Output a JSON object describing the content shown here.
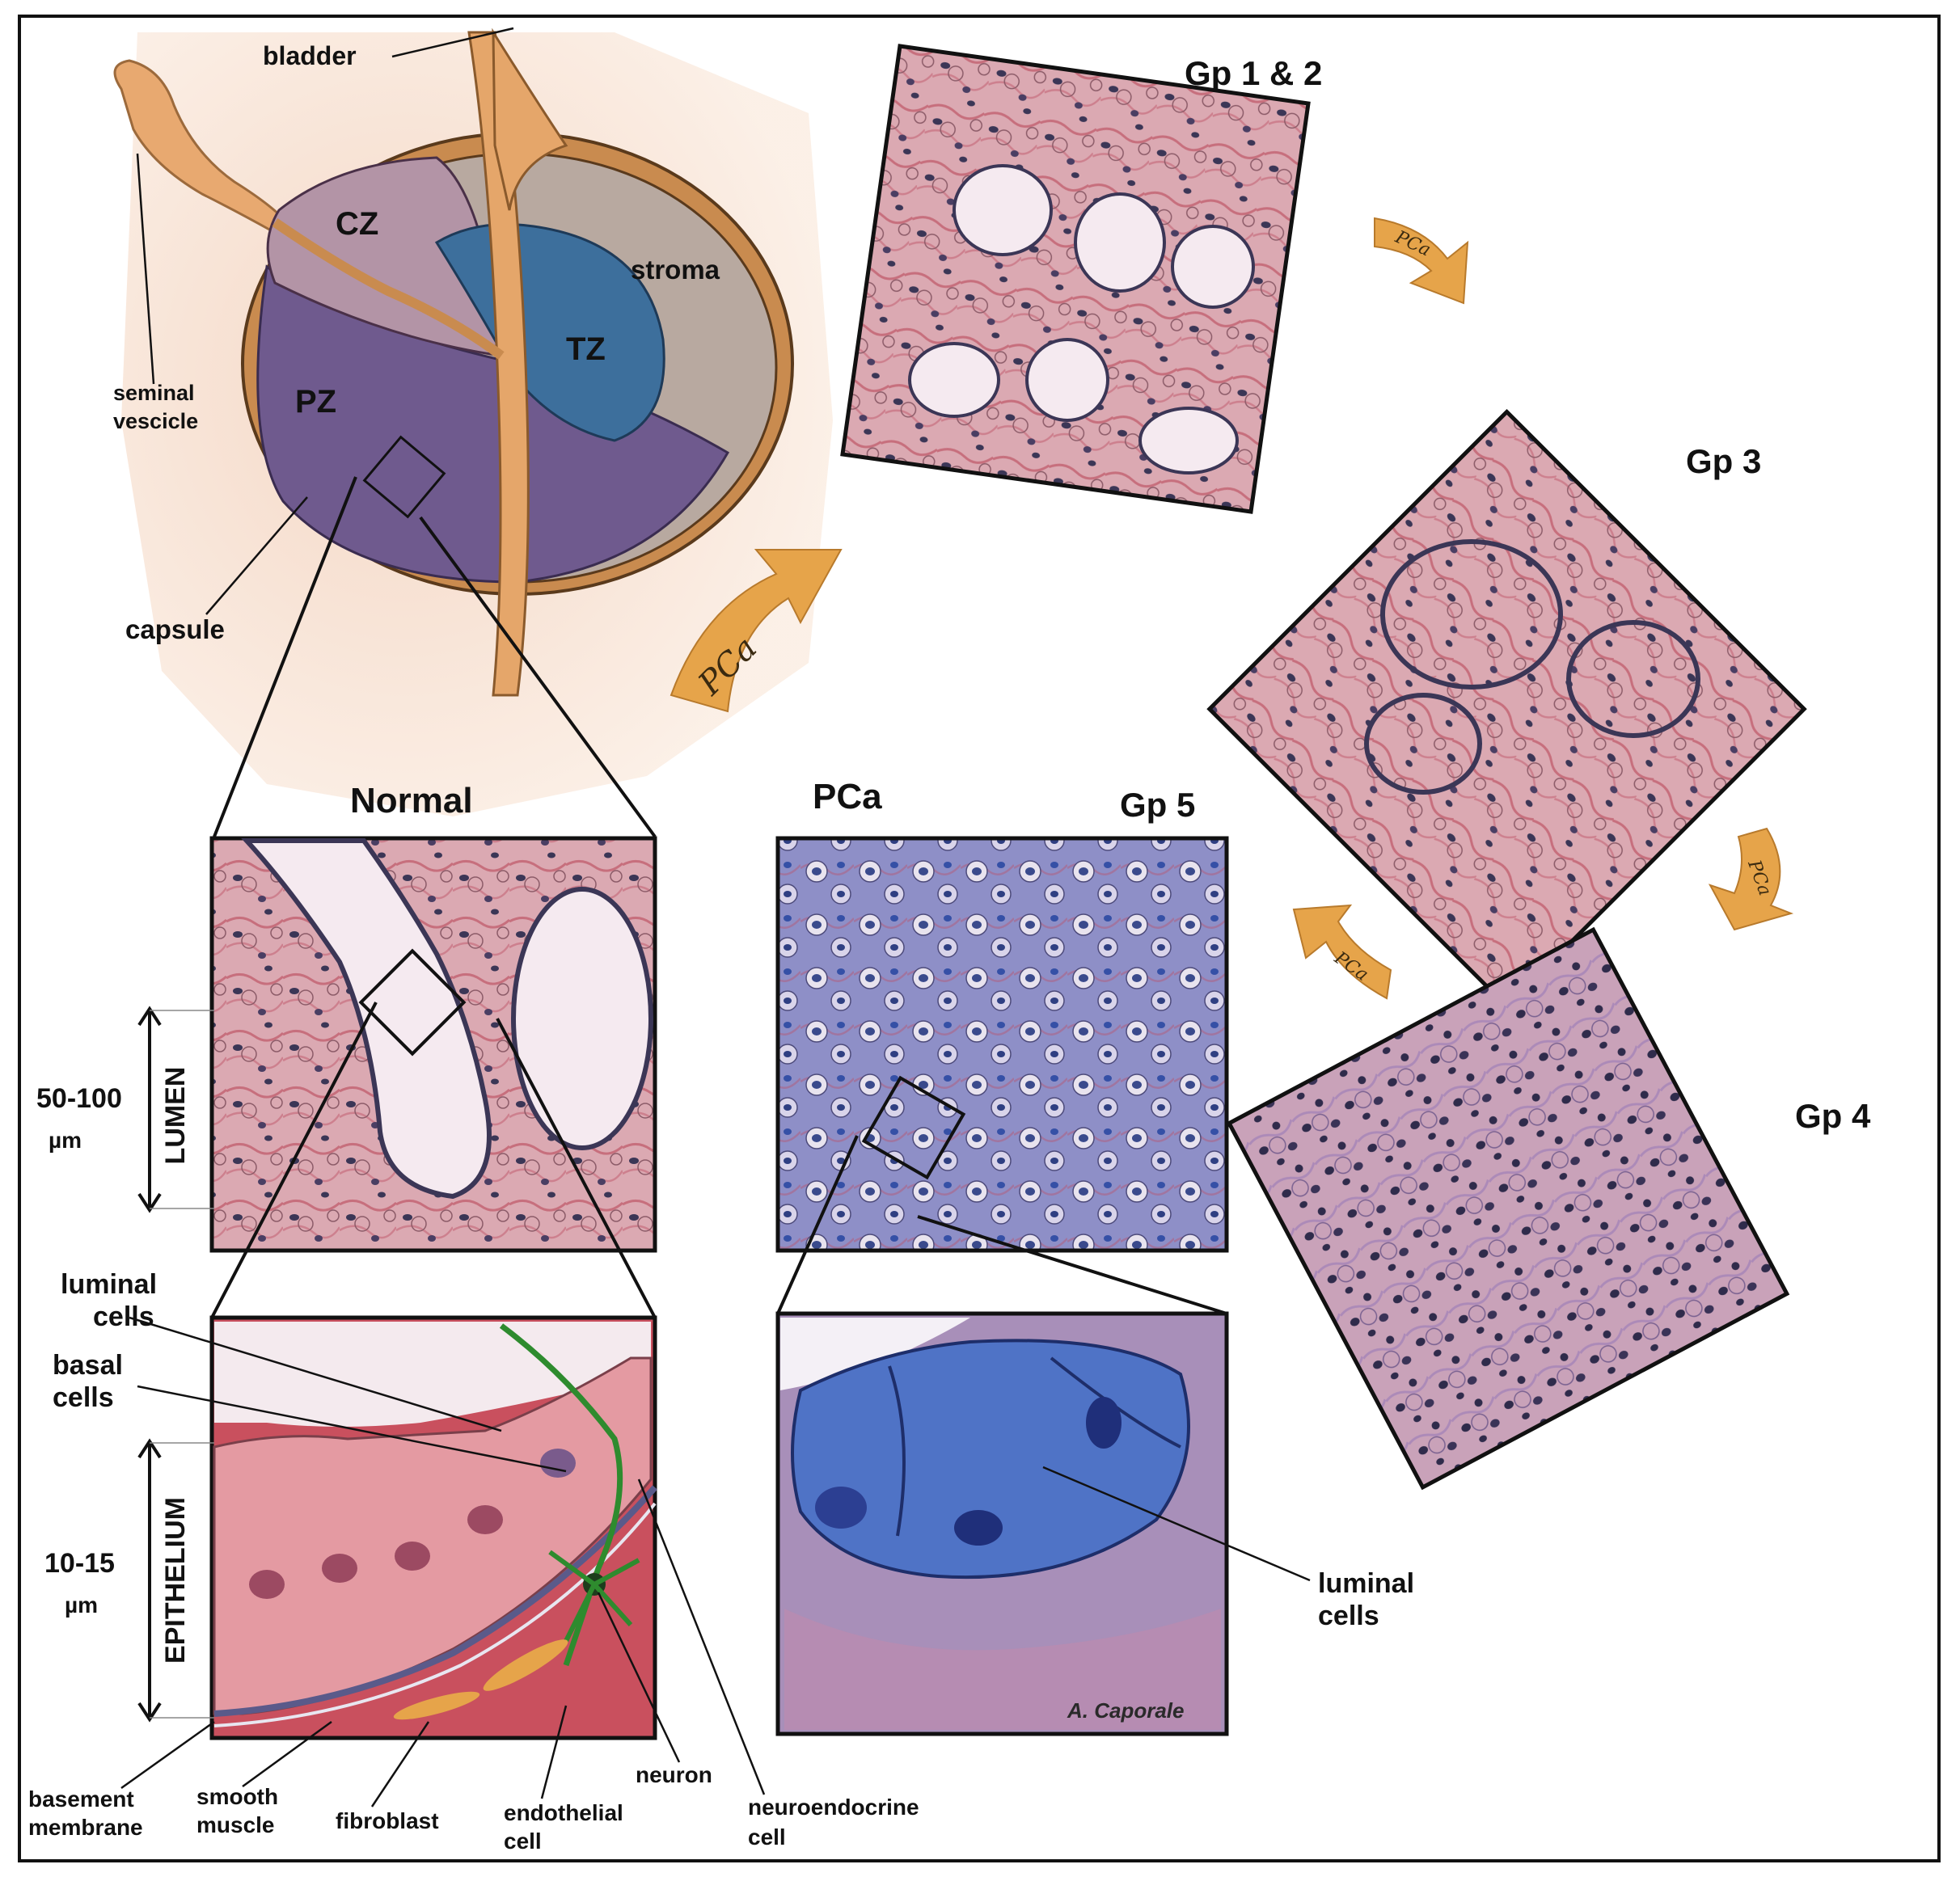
{
  "anatomy": {
    "bladder": "bladder",
    "seminal": [
      "seminal",
      "vescicle"
    ],
    "capsule": "capsule",
    "zone_cz": "CZ",
    "zone_pz": "PZ",
    "zone_tz": "TZ",
    "stroma": "stroma"
  },
  "panels": {
    "normal": "Normal",
    "pca": "PCa",
    "gp5": "Gp 5",
    "gp12": "Gp 1 & 2",
    "gp3": "Gp 3",
    "gp4": "Gp 4"
  },
  "measures": {
    "lumen_size": [
      "50-100",
      "µm"
    ],
    "lumen": "LUMEN",
    "epi_size": [
      "10-15",
      "µm"
    ],
    "epithelium": "EPITHELIUM"
  },
  "cells": {
    "luminal": [
      "luminal",
      "cells"
    ],
    "basal": [
      "basal",
      "cells"
    ],
    "luminal_pca": [
      "luminal",
      "cells"
    ],
    "basement": [
      "basement",
      "membrane"
    ],
    "smooth": [
      "smooth",
      "muscle"
    ],
    "fibroblast": "fibroblast",
    "endothelial": [
      "endothelial",
      "cell"
    ],
    "neuron": "neuron",
    "neuroendocrine": [
      "neuroendocrine",
      "cell"
    ]
  },
  "arrows": {
    "big": "PCa",
    "a1": "PCa",
    "a2": "PCa",
    "a3": "PCa"
  },
  "signature": "A. Caporale",
  "colors": {
    "pz": "#6f5a8e",
    "cz": "#b394a6",
    "tz": "#3d6f9c",
    "stroma": "#b8a9a0",
    "capsule": "#c98b4f",
    "arrow": "#e6a44a",
    "tissue_pink": "#d9a2ac",
    "tissue_blue": "#6c7fbf"
  }
}
